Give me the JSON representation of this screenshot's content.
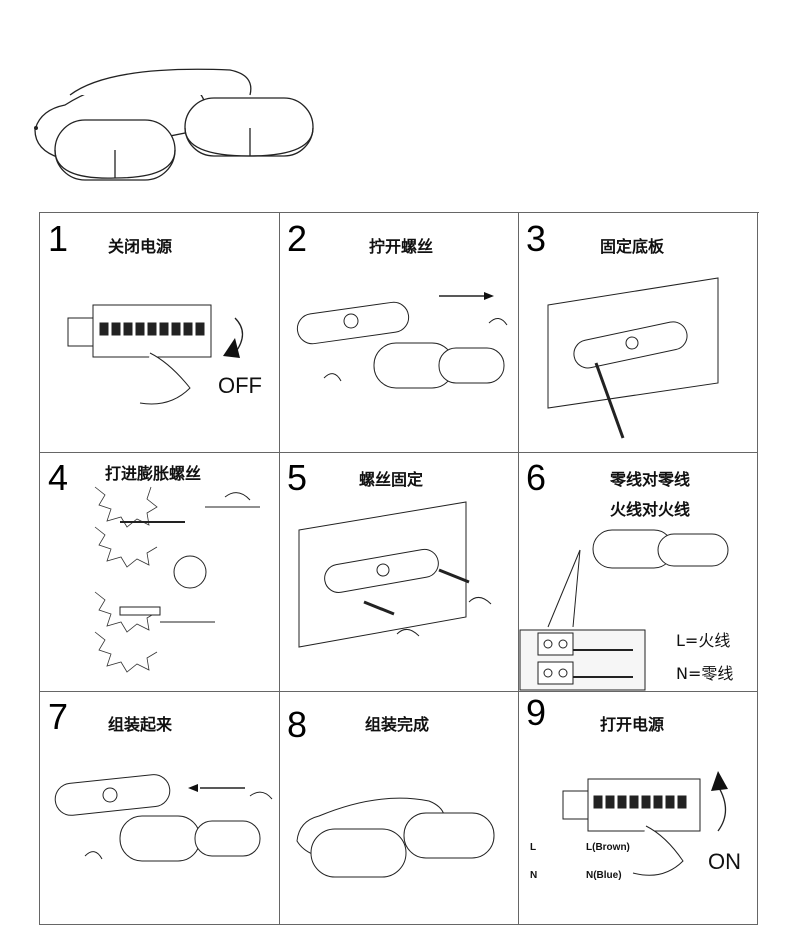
{
  "steps": [
    {
      "num": "1",
      "title": "关闭电源",
      "label": "OFF"
    },
    {
      "num": "2",
      "title": "拧开螺丝"
    },
    {
      "num": "3",
      "title": "固定底板"
    },
    {
      "num": "4",
      "title": "打进膨胀螺丝"
    },
    {
      "num": "5",
      "title": "螺丝固定"
    },
    {
      "num": "6",
      "title": "零线对零线",
      "title2": "火线对火线",
      "wiring": {
        "l_terminal": "L",
        "n_terminal": "N",
        "l_wire": "L(Brown)",
        "n_wire": "N(Blue)",
        "l_legend": "L=火线",
        "n_legend": "N=零线"
      }
    },
    {
      "num": "7",
      "title": "组装起来"
    },
    {
      "num": "8",
      "title": "组装完成"
    },
    {
      "num": "9",
      "title": "打开电源",
      "label": "ON"
    }
  ]
}
